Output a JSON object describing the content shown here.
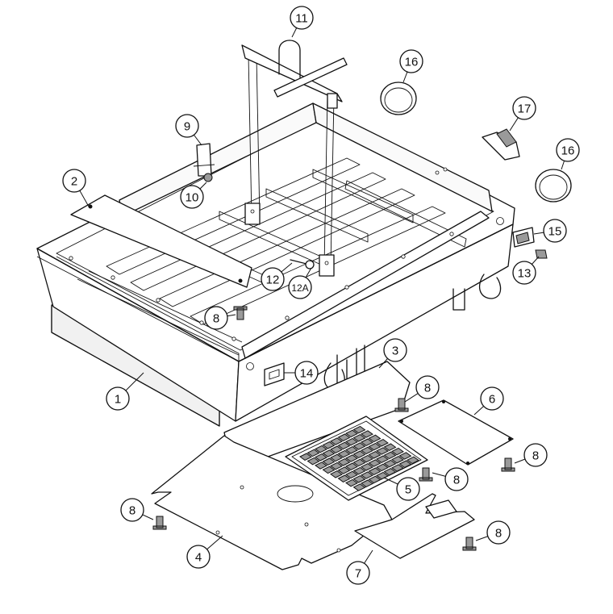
{
  "diagram": {
    "callouts": [
      {
        "id": "1",
        "label": "1"
      },
      {
        "id": "2",
        "label": "2"
      },
      {
        "id": "3",
        "label": "3"
      },
      {
        "id": "4",
        "label": "4"
      },
      {
        "id": "5",
        "label": "5"
      },
      {
        "id": "6",
        "label": "6"
      },
      {
        "id": "7",
        "label": "7"
      },
      {
        "id": "8a",
        "label": "8"
      },
      {
        "id": "8b",
        "label": "8"
      },
      {
        "id": "8c",
        "label": "8"
      },
      {
        "id": "8d",
        "label": "8"
      },
      {
        "id": "8e",
        "label": "8"
      },
      {
        "id": "8f",
        "label": "8"
      },
      {
        "id": "9",
        "label": "9"
      },
      {
        "id": "10",
        "label": "10"
      },
      {
        "id": "11",
        "label": "11"
      },
      {
        "id": "12",
        "label": "12"
      },
      {
        "id": "12A",
        "label": "12A"
      },
      {
        "id": "13",
        "label": "13"
      },
      {
        "id": "14",
        "label": "14"
      },
      {
        "id": "15",
        "label": "15"
      },
      {
        "id": "16a",
        "label": "16"
      },
      {
        "id": "16b",
        "label": "16"
      },
      {
        "id": "17",
        "label": "17"
      }
    ]
  }
}
